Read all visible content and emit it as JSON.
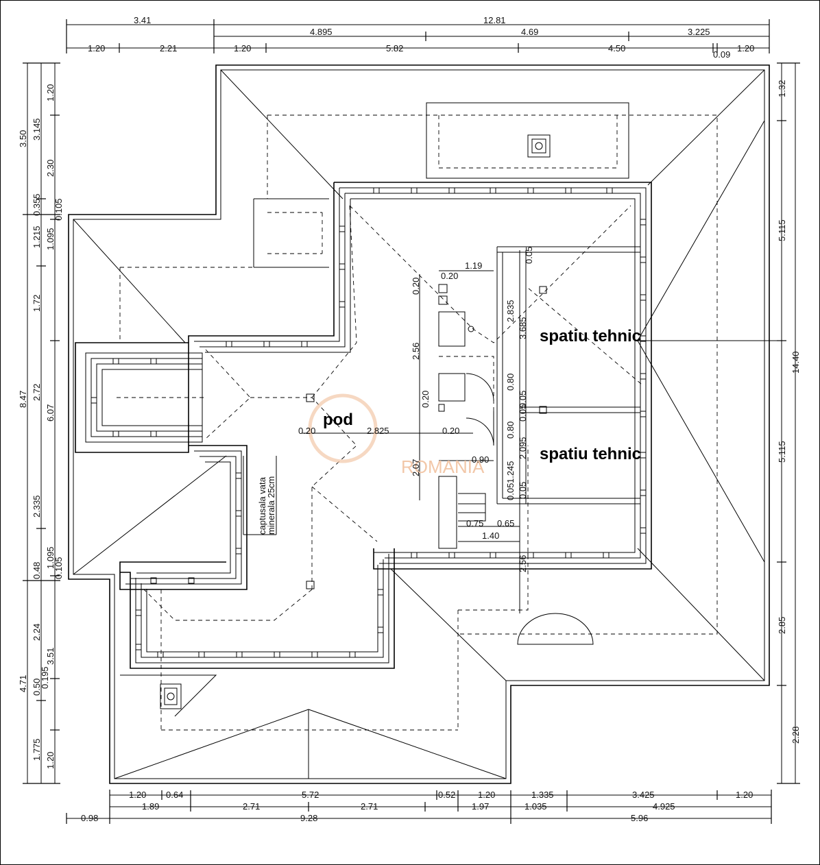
{
  "dimensions": {
    "top_row1": [
      "3.41",
      "12.81"
    ],
    "top_row2": [
      "4.895",
      "4.69",
      "3.225"
    ],
    "top_row3": [
      "1.20",
      "2.21",
      "1.20",
      "5.82",
      "4.50",
      "1.20"
    ],
    "top_small": "0.09",
    "left_outer": [
      "3.50",
      "8.47",
      "4.71"
    ],
    "left_mid": [
      "3.145",
      "1.215",
      "6.07",
      "0.48",
      "3.51"
    ],
    "left_inner": [
      "1.20",
      "2.30",
      "0.355",
      "1.095",
      "1.72",
      "2.72",
      "2.335",
      "1.095",
      "2.24",
      "0.50",
      "1.775",
      "1.20"
    ],
    "left_small": [
      "0.105",
      "0.105",
      "0.195"
    ],
    "right_outer": "14.40",
    "right_inner": [
      "1.32",
      "5.115",
      "5.115",
      "2.85",
      "2.28"
    ],
    "bottom_row1": [
      "1.20",
      "0.64",
      "5.72",
      "0.52",
      "1.20",
      "1.335",
      "3.425",
      "1.20"
    ],
    "bottom_row2": [
      "1.89",
      "2.71",
      "2.71",
      "1.97",
      "1.035",
      "4.925"
    ],
    "bottom_row3": [
      "0.98",
      "9.28",
      "5.96"
    ],
    "interior": [
      "1.19",
      "0.20",
      "0.20",
      "2.56",
      "0.20",
      "0.20",
      "2.825",
      "0.20",
      "2.07",
      "0.90",
      "0.75",
      "0.65",
      "1.40",
      "2.835",
      "3.685",
      "0.80",
      "0.05",
      "0.80",
      "0.05",
      "0.05",
      "2.095",
      "1.245",
      "0.05",
      "0.05",
      "2.56"
    ]
  },
  "rooms": {
    "pod": "pod",
    "tech1": "spatiu tehnic",
    "tech2": "spatiu tehnic"
  },
  "note": {
    "line1": "captusala vata",
    "line2": "minerala 25cm"
  },
  "watermark": "ROMANIA"
}
